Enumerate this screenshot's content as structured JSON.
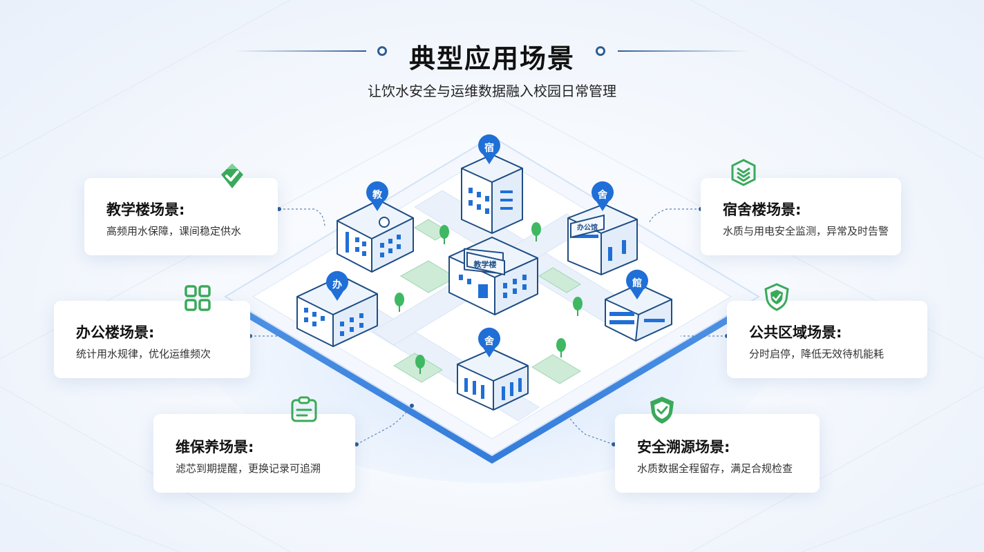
{
  "header": {
    "title": "典型应用场景",
    "subtitle": "让饮水安全与运维数据融入校园日常管理"
  },
  "scenarios": {
    "teaching": {
      "title": "教学楼场景:",
      "desc": "高频用水保障，课间稳定供水",
      "icon": "badge-check-icon"
    },
    "dorm": {
      "title": "宿舍楼场景:",
      "desc": "水质与用电安全监测，异常及时告警",
      "icon": "layers-icon"
    },
    "office": {
      "title": "办公楼场景:",
      "desc": "统计用水规律，优化运维频次",
      "icon": "grid-icon"
    },
    "public": {
      "title": "公共区域场景:",
      "desc": "分时启停，降低无效待机能耗",
      "icon": "shield-check-icon"
    },
    "maintenance": {
      "title": "维保养场景:",
      "desc": "滤芯到期提醒，更换记录可追溯",
      "icon": "clipboard-icon"
    },
    "security": {
      "title": "安全溯源场景:",
      "desc": "水质数据全程留存，满足合规检查",
      "icon": "shield-heart-icon"
    }
  },
  "campus": {
    "pins": [
      "宿",
      "教",
      "舍",
      "办",
      "館",
      "舍"
    ],
    "signs": [
      "教学楼",
      "办公馆"
    ]
  },
  "colors": {
    "accent": "#1f6fd6",
    "green": "#3aa95a",
    "navy": "#2d5e95",
    "outline": "#1e4d85"
  }
}
